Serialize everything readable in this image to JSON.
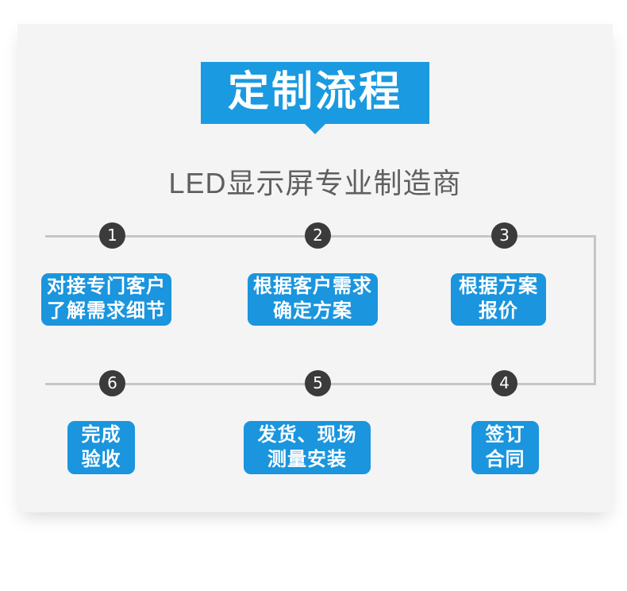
{
  "page": {
    "background_color": "#ffffff",
    "panel_color": "#f4f4f4",
    "accent_blue": "#1a9ae1",
    "box_blue": "#1a95de",
    "circle_gray": "#3b3b3b",
    "line_gray": "#c6c6c6"
  },
  "header": {
    "banner_title": "定制流程",
    "subtitle": "LED显示屏专业制造商"
  },
  "flow": {
    "row1": [
      {
        "number": "1",
        "line1": "对接专门客户",
        "line2": "了解需求细节"
      },
      {
        "number": "2",
        "line1": "根据客户需求",
        "line2": "确定方案"
      },
      {
        "number": "3",
        "line1": "根据方案",
        "line2": "报价"
      }
    ],
    "row2": [
      {
        "number": "6",
        "line1": "完成",
        "line2": "验收"
      },
      {
        "number": "5",
        "line1": "发货、现场",
        "line2": "测量安装"
      },
      {
        "number": "4",
        "line1": "签订",
        "line2": "合同"
      }
    ]
  }
}
